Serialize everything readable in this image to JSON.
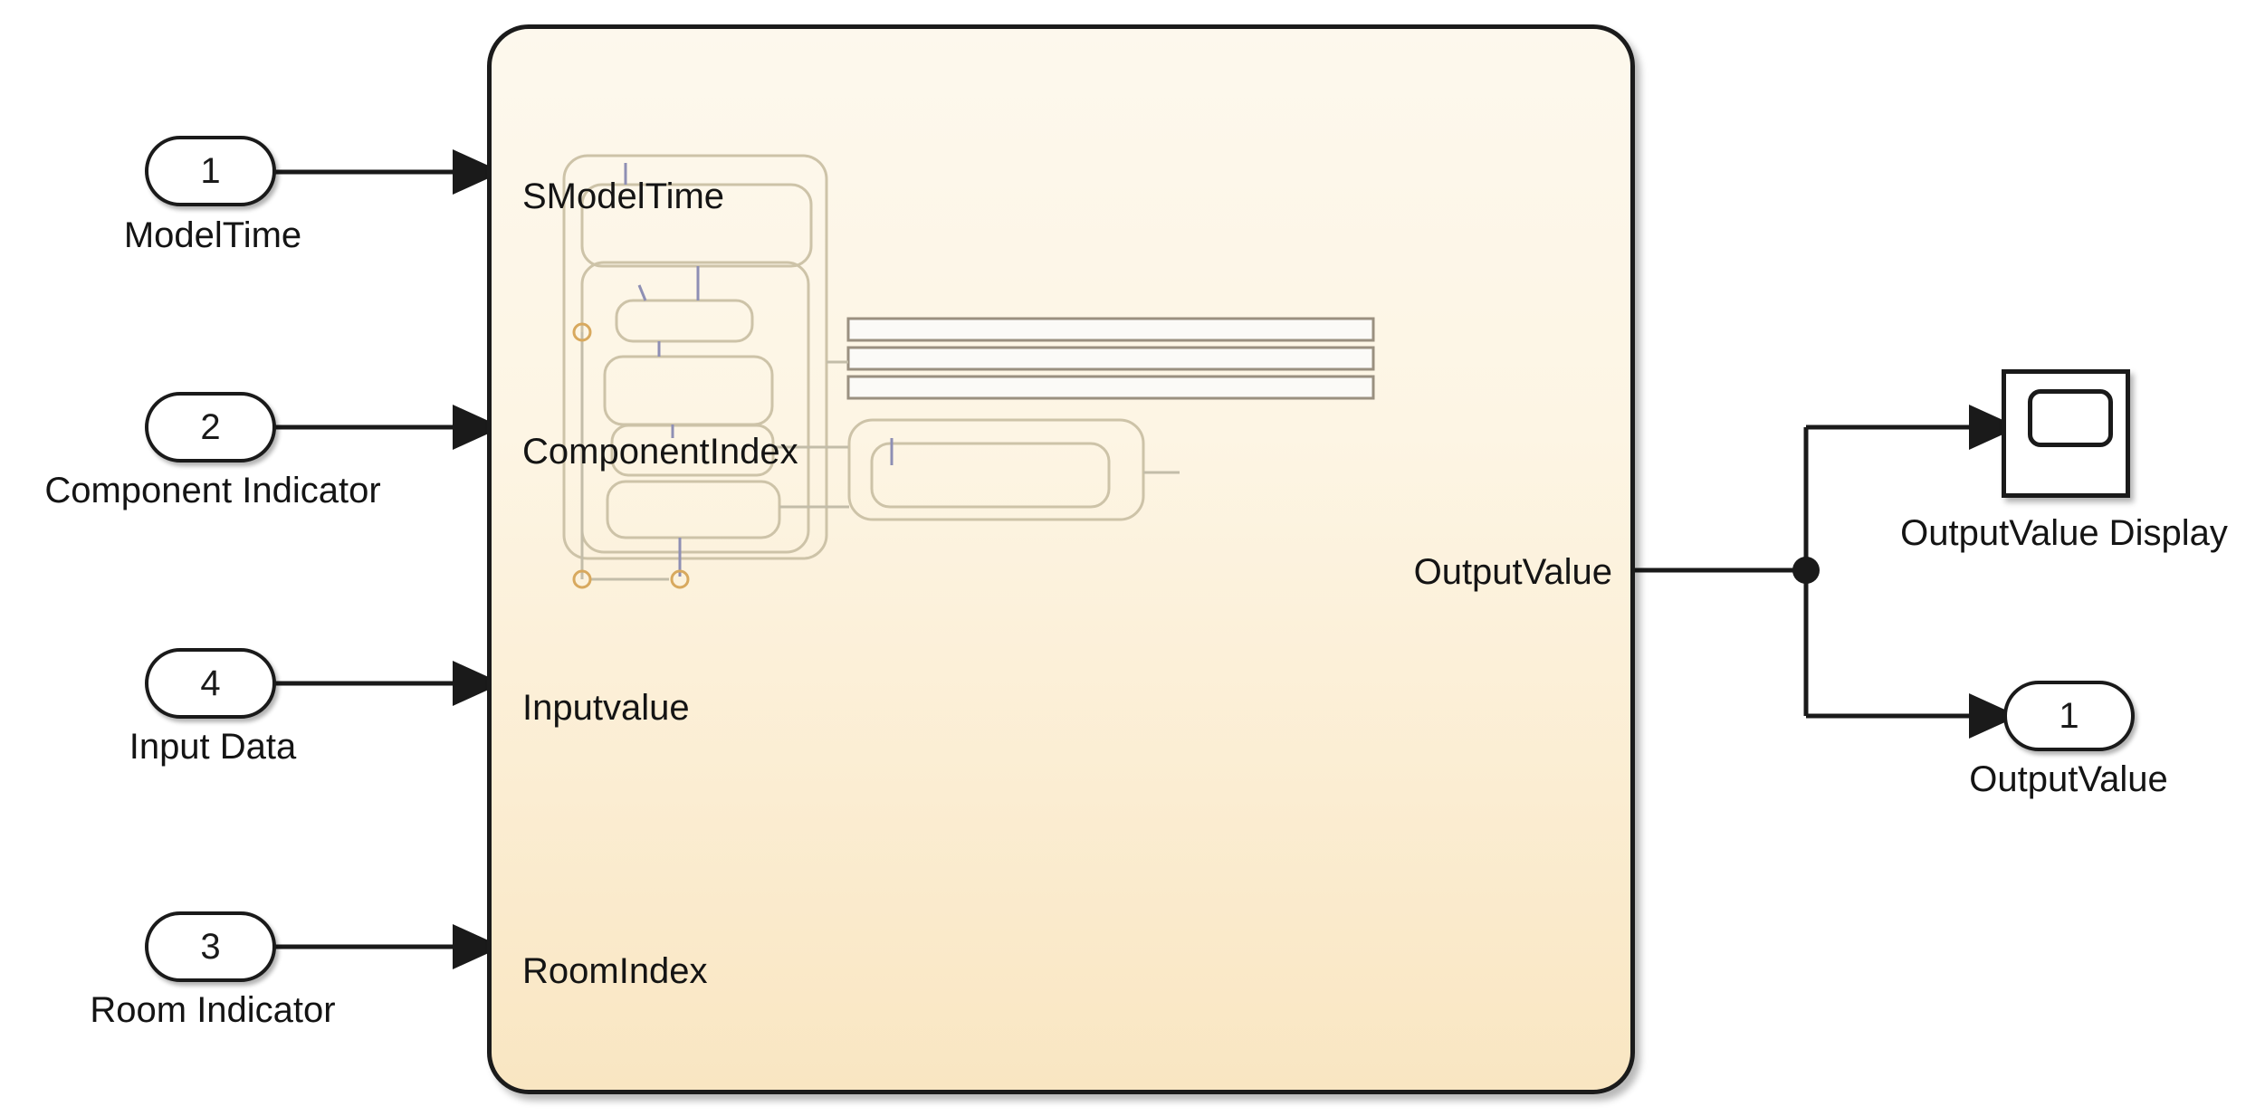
{
  "diagram": {
    "type": "simulink-block-diagram",
    "background_color": "#ffffff",
    "line_color": "#1a1a1a",
    "subsystem_fill_top": "#fdf8ed",
    "subsystem_fill_bottom": "#f9e6c2",
    "preview_stroke": "#cdc3a8",
    "preview_transition_color": "#8e8fb4",
    "preview_junction_color": "#d8a95e"
  },
  "inputs": [
    {
      "number": "1",
      "caption": "ModelTime",
      "target_label": "SModelTime"
    },
    {
      "number": "2",
      "caption": "Component Indicator",
      "target_label": "ComponentIndex"
    },
    {
      "number": "4",
      "caption": "Input Data",
      "target_label": "Inputvalue"
    },
    {
      "number": "3",
      "caption": "Room Indicator",
      "target_label": "RoomIndex"
    }
  ],
  "subsystem": {
    "input_port_labels": [
      "SModelTime",
      "ComponentIndex",
      "Inputvalue",
      "RoomIndex"
    ],
    "output_port_label": "OutputValue"
  },
  "outputs": {
    "scope": {
      "caption": "OutputValue Display",
      "icon": "scope-icon"
    },
    "port": {
      "number": "1",
      "caption": "OutputValue"
    }
  }
}
